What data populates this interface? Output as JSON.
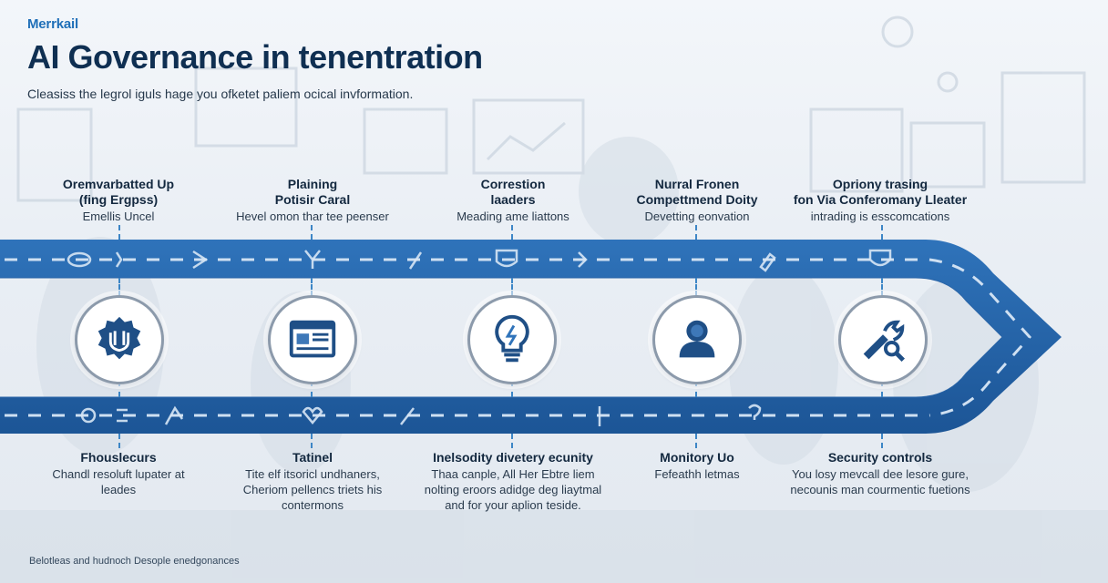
{
  "brand": "Merrkail",
  "title": "AI Governance in tenentration",
  "subtitle": "Cleasiss the legrol iguls hage you ofketet paliem ocical invformation.",
  "footer": "Belotleas and hudnoch Desople enedgonances",
  "top_steps": [
    {
      "heading": "Oremvarbatted Up\n(fing Ergpss)",
      "sub": "Emellis Uncel"
    },
    {
      "heading": "Plaining\nPotisir Caral",
      "sub": "Hevel omon thar tee peenser"
    },
    {
      "heading": "Correstion\nlaaders",
      "sub": "Meading ame liattons"
    },
    {
      "heading": "Nurral Fronen\nCompettmend Doity",
      "sub": "Devetting eonvation"
    },
    {
      "heading": "Opriony trasing\nfon Via Conferomany Lleater",
      "sub": "intrading is esscomcations"
    }
  ],
  "bottom_steps": [
    {
      "heading": "Fhouslecurs",
      "sub": "Chandl resoluft lupater at\nleades"
    },
    {
      "heading": "Tatinel",
      "sub": "Tite elf itsoricl undhaners,\nCheriom pellencs triets his\ncontermons"
    },
    {
      "heading": "Inelsodity divetery ecunity",
      "sub": "Thaa canple, All Her Ebtre liem\nnolting eroors adidge deg liaytmal\nand for your aplion teside."
    },
    {
      "heading": "Monitory Uo",
      "sub": "Fefeathh letmas"
    },
    {
      "heading": "Security controls",
      "sub": "You losy mevcall dee lesore gure,\nnecounis man courmentic fuetions"
    }
  ],
  "icons": [
    "shield-icon",
    "document-icon",
    "lightbulb-icon",
    "user-icon",
    "tools-icon"
  ],
  "colors": {
    "road_dark": "#1b4f8c",
    "road_mid": "#2d6db3",
    "dash": "#cfe0f2",
    "title": "#0f2f52",
    "brand": "#1f6fb8"
  }
}
